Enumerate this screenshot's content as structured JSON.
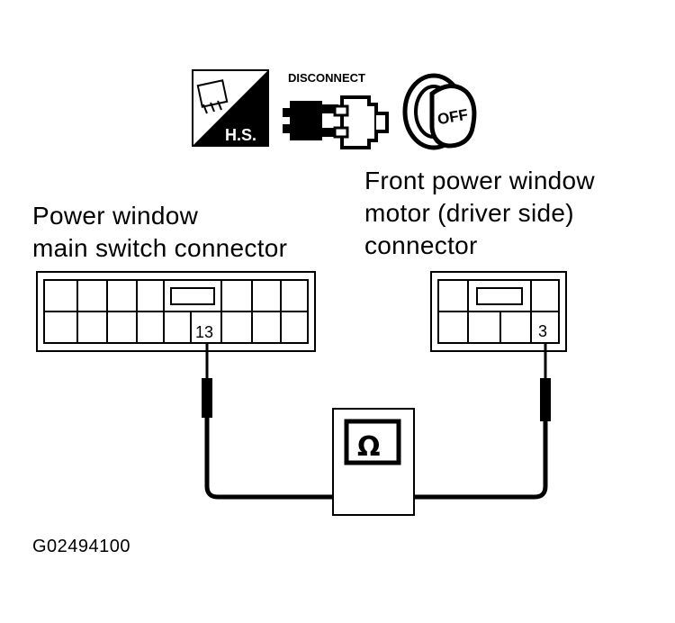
{
  "icons": {
    "hs_label": "H.S.",
    "disconnect_label": "DISCONNECT",
    "ignition_label": "OFF",
    "meter_symbol": "Ω"
  },
  "left_connector": {
    "label_lines": [
      "Power window",
      "main switch connector"
    ],
    "terminal": "13"
  },
  "right_connector": {
    "label_lines": [
      "Front power window",
      "motor (driver side)",
      "connector"
    ],
    "terminal": "3"
  },
  "figure_code": "G02494100"
}
